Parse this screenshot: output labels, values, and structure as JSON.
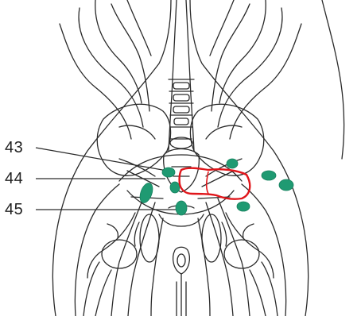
{
  "labels": {
    "l43": "43",
    "l44": "44",
    "l45": "45"
  },
  "colors": {
    "outline": "#2a2a2a",
    "node_fill": "#1f9a72",
    "highlight": "#e0161b",
    "background": "#ffffff"
  },
  "regions": {
    "highlighted_structure": "red-outlined-region",
    "nodes": "green-nodes"
  }
}
